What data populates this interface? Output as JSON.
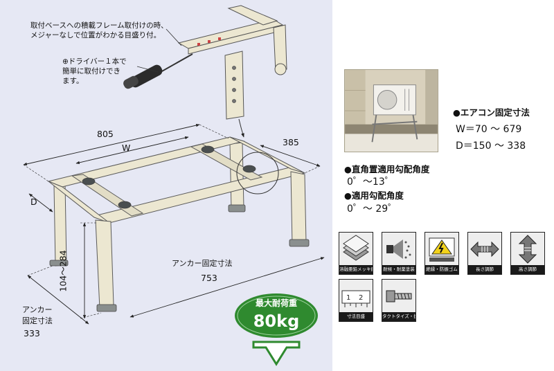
{
  "diagram": {
    "note_top": [
      "取付ベースへの積載フレーム取付けの時、",
      "メジャーなしで位置がわかる目盛り付。"
    ],
    "note_driver": [
      "⊕ドライバー１本で",
      "簡単に取付けでき",
      "ます。"
    ],
    "dim_805": "805",
    "dim_w": "W",
    "dim_385": "385",
    "dim_d": "D",
    "dim_height": "104～284",
    "anchor_width_label": "アンカー固定寸法",
    "anchor_width_value": "753",
    "anchor_depth_label": [
      "アンカー",
      "固定寸法"
    ],
    "anchor_depth_value": "333"
  },
  "load_badge": {
    "label": "最大耐荷重",
    "value": "80kg"
  },
  "specs": {
    "fixing_label": "●エアコン固定寸法",
    "fixing_w": "W＝70 ～ 679",
    "fixing_d": "D＝150 ～ 338",
    "right_angle_label": "●直角置適用勾配角度",
    "right_angle_value": "0゜～13゜",
    "slope_label": "●適用勾配角度",
    "slope_value": "0゜～ 29゜"
  },
  "features": [
    {
      "icon": "plated-steel-icon",
      "caption": "溶融亜鉛メッキ鋼板"
    },
    {
      "icon": "rust-proof-coating-icon",
      "caption": "耐候・耐薬塗装"
    },
    {
      "icon": "vibration-rubber-icon",
      "caption": "絶縁・防振ゴム"
    },
    {
      "icon": "length-adjust-icon",
      "caption": "長さ調節"
    },
    {
      "icon": "height-adjust-icon",
      "caption": "高さ調節"
    },
    {
      "icon": "scale-marking-icon",
      "caption": "寸法目盛"
    },
    {
      "icon": "tact-size-bolt-icon",
      "caption": "タクトタイズ・抜止"
    }
  ],
  "colors": {
    "panel_bg": "#e6e8f4",
    "frame": "#ece7d1",
    "badge_green": "#2f8a2f"
  }
}
